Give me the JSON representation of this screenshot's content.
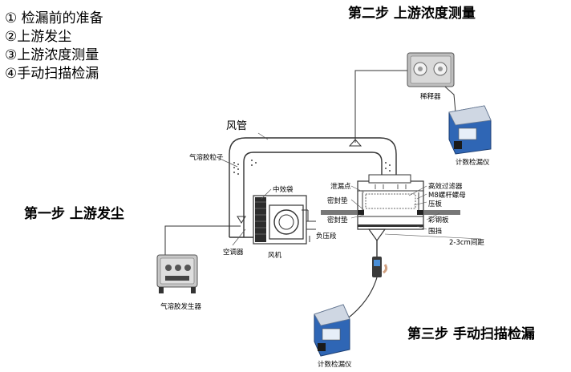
{
  "steps": [
    "① 检漏前的准备",
    "②上游发尘",
    "③上游浓度测量",
    "④手动扫描检漏"
  ],
  "headings": {
    "step1": "第一步 上游发尘",
    "step2": "第二步 上游浓度测量",
    "step3": "第三步 手动扫描检漏"
  },
  "labels": {
    "duct": "风管",
    "aerosol_particles": "气溶胶粒子",
    "medium_efficiency": "中效袋",
    "ac_unit": "空调器",
    "fan": "风机",
    "negative_pressure": "负压段",
    "leak_point": "泄漏点",
    "seal_top": "密封垫",
    "seal_bottom": "密封垫",
    "hepa_filter": "高效过滤器",
    "m8_bolt": "M8螺杆螺母",
    "press_plate": "压板",
    "color_steel_plate": "彩钢板",
    "baffle": "围挡",
    "gap": "2-3cm间距",
    "diluter": "稀释器",
    "counter_top": "计数检漏仪",
    "counter_bottom": "计数检漏仪",
    "aerosol_generator": "气溶胶发生器"
  }
}
